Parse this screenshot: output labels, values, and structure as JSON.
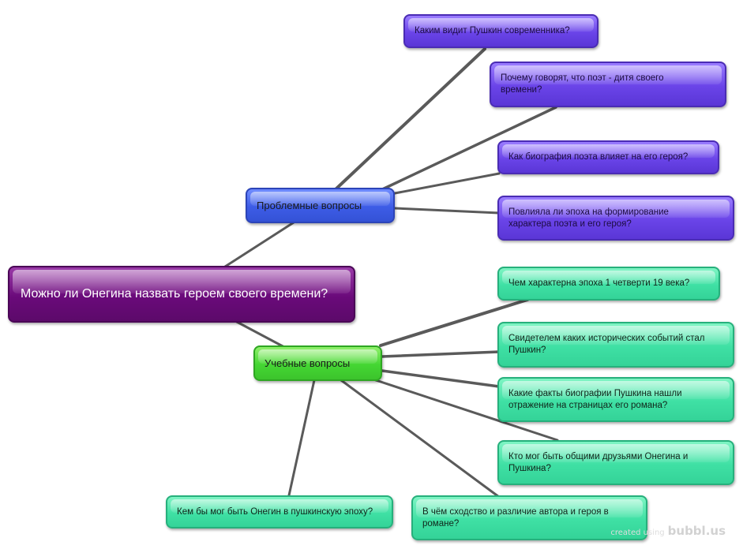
{
  "diagram": {
    "central": {
      "label": "Можно ли Онегина назвать героем своего времени?"
    },
    "problem_hub": {
      "label": "Проблемные вопросы"
    },
    "study_hub": {
      "label": "Учебные вопросы"
    },
    "problem_questions": [
      {
        "label": "Каким видит Пушкин современника?"
      },
      {
        "label": "Почему говорят, что поэт - дитя своего времени?"
      },
      {
        "label": "Как биография поэта влияет на его героя?"
      },
      {
        "label": "Повлияла ли эпоха на формирование характера поэта и его героя?"
      }
    ],
    "study_questions": [
      {
        "label": "Чем характерна эпоха 1 четверти 19 века?"
      },
      {
        "label": "Свидетелем каких исторических событий стал Пушкин?"
      },
      {
        "label": "Какие факты биографии Пушкина нашли отражение на страницах его романа?"
      },
      {
        "label": "Кто мог быть общими друзьями Онегина и Пушкина?"
      },
      {
        "label": "В чём сходство и различие автора и героя в романе?"
      },
      {
        "label": "Кем бы мог быть Онегин в пушкинскую эпоху?"
      }
    ]
  },
  "watermark": {
    "prefix": "created using",
    "brand": "bubbl.us"
  },
  "colors": {
    "central": "#6a0a7a",
    "problem_hub": "#3d5ce6",
    "study_hub": "#44d633",
    "problem_leaf": "#6a44e8",
    "study_leaf": "#3fe0a4",
    "connector": "#5a5a5a"
  }
}
